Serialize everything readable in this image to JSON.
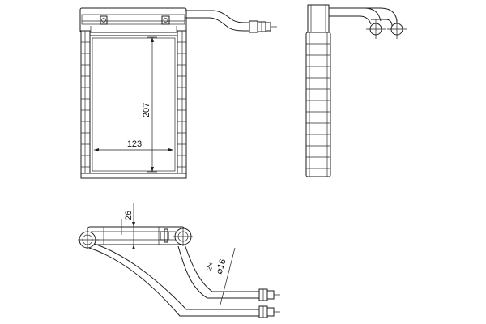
{
  "dimensions": {
    "height": "207",
    "width": "123",
    "depth": "26",
    "pipe_count": "2×",
    "pipe_diameter": "⌀16"
  }
}
